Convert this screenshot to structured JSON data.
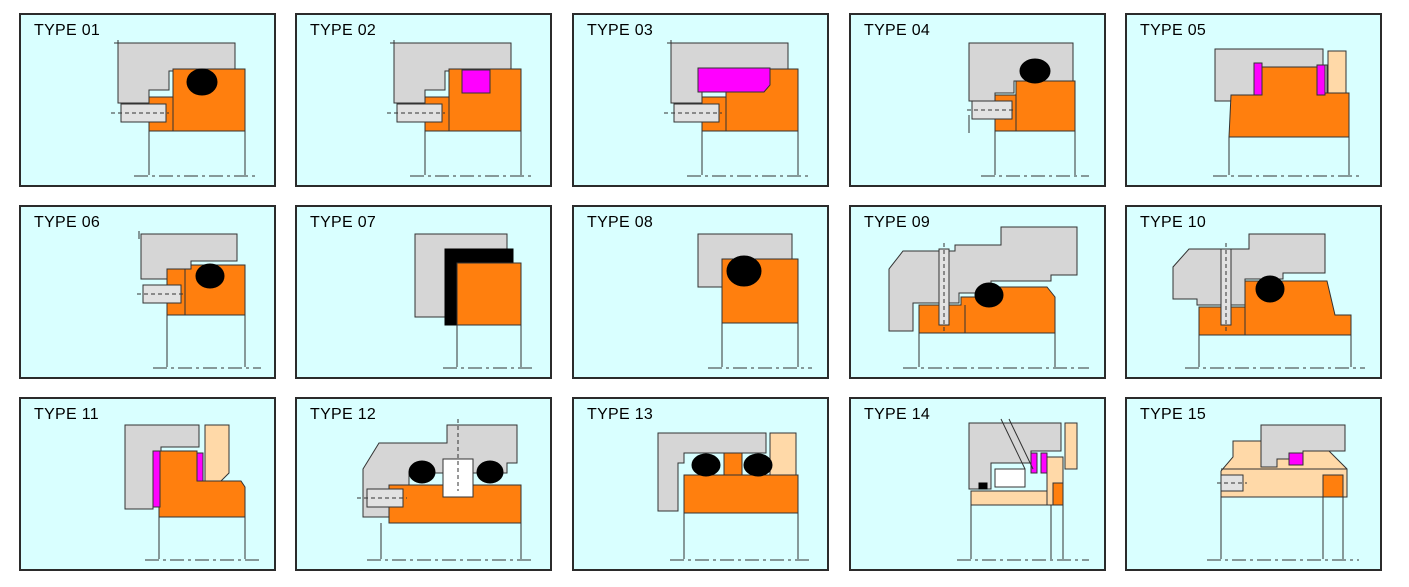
{
  "types": [
    {
      "label": "TYPE 01"
    },
    {
      "label": "TYPE 02"
    },
    {
      "label": "TYPE 03"
    },
    {
      "label": "TYPE 04"
    },
    {
      "label": "TYPE 05"
    },
    {
      "label": "TYPE 06"
    },
    {
      "label": "TYPE 07"
    },
    {
      "label": "TYPE 08"
    },
    {
      "label": "TYPE 09"
    },
    {
      "label": "TYPE 10"
    },
    {
      "label": "TYPE 11"
    },
    {
      "label": "TYPE 12"
    },
    {
      "label": "TYPE 13"
    },
    {
      "label": "TYPE 14"
    },
    {
      "label": "TYPE 15"
    }
  ],
  "colors": {
    "panel_background": "#d9ffff",
    "housing_gray": "#d6d6d6",
    "ring_orange": "#ff7f0e",
    "seal_magenta": "#ff00ff",
    "backup_peach": "#ffd9a8",
    "oring_black": "#000000"
  }
}
